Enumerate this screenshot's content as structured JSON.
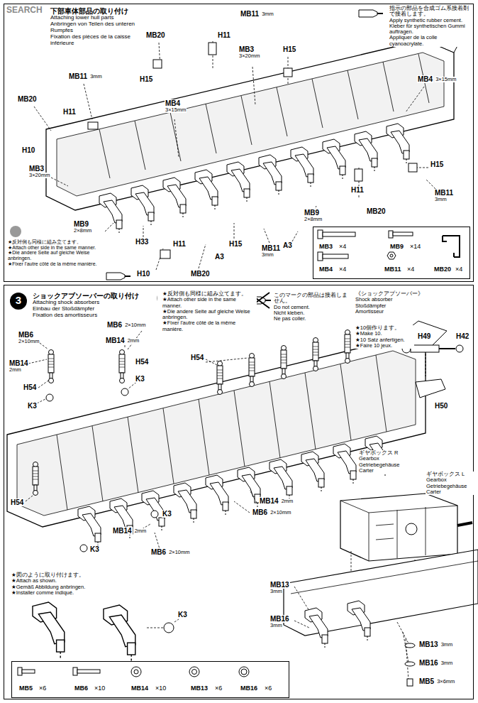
{
  "diagram": {
    "nodes": [
      {
        "text": [
          "下部車体部品の取り付け",
          "Attaching lower hull parts",
          "Anbringen von Teilen des unteren Rumpfes",
          "Fixation des pièces de la caisse inférieure"
        ]
      },
      {
        "text": [
          "MB3",
          "×4",
          "MB9",
          "×14",
          "MB4",
          "×4",
          "MB11",
          "×4",
          "MB20",
          "×4"
        ],
        "in": 0
      },
      {
        "text": [
          "ショックアブソーバーの取り付け",
          "Attaching shock absorbers",
          "Einbau der Stoßdämpfer",
          "Fixation des amortisseurs"
        ]
      },
      {
        "text": [
          "3"
        ],
        "in": 2
      },
      {
        "text": [
          "MB5",
          "×6",
          "MB6",
          "×10",
          "MB14",
          "×10",
          "MB13",
          "×6",
          "MB16",
          "×6"
        ],
        "in": 2
      }
    ],
    "labels": [
      "SEARCH",
      "指示の部品を合成ゴム系接着剤で接着します。",
      "Apply synthetic rubber cement.",
      "Kleber für synthetischen Gummi auftragen.",
      "Appliquer de la colle cyanoacrylate.",
      "MB20",
      "MB11",
      "3mm",
      "H15",
      "H11",
      "MB3",
      "3×20mm",
      "MB11",
      "3mm",
      "H15",
      "MB20",
      "H11",
      "MB4",
      "3×15mm",
      "MB4",
      "3×15mm",
      "H10",
      "MB3",
      "3×20mm",
      "H15",
      "MB11",
      "3mm",
      "H11",
      "MB20",
      "MB9",
      "2×8mm",
      "A3",
      "MB9",
      "2×8mm",
      "H33",
      "H11",
      "H15",
      "MB11",
      "3mm",
      "A3",
      "H10",
      "MB20",
      "★反対側も同様に組み立てます。",
      "★Attach other side in the same manner.",
      "★Die andere Seite auf gleiche Weise anbringen.",
      "★Fixer l'autre côté de la même manière.",
      "★反対側も同様に組み立てます。",
      "★Attach other side in the same manner.",
      "★Die andere Seite auf gleiche Weise anbringen.",
      "★Fixer l'autre côté de la même manière.",
      "このマークの部品は接着しません。",
      "Do not cement.",
      "Nicht kleben.",
      "Ne pas coller.",
      "《ショックアブソーバー》",
      "Shock absorber",
      "Stoßdämpfer",
      "Amortisseur",
      "★10個作ります。",
      "★Make 10.",
      "★10 Satz anfertigen.",
      "★Faire 10 jeux.",
      "H49",
      "H42",
      "H50",
      "MB6",
      "2×10mm",
      "MB6",
      "2×10mm",
      "MB14",
      "2mm",
      "MB14",
      "2mm",
      "H54",
      "K3",
      "H54",
      "H54",
      "K3",
      "H54",
      "K3",
      "MB14",
      "2mm",
      "MB6",
      "2×10mm",
      "MB14",
      "2mm",
      "MB6",
      "2×10mm",
      "K3",
      "ギヤボックス R",
      "Gearbox",
      "Getriebegehäuse",
      "Carter",
      "ギヤボックス L",
      "Gearbox",
      "Getriebegehäuse",
      "Carter",
      "★図のように取り付けます。",
      "★Attach as shown.",
      "★Gemäß Abbildung anbringen.",
      "★Installer comme indiqué.",
      "K3",
      "MB13",
      "3mm",
      "MB16",
      "3mm",
      "MB13",
      "3mm",
      "MB16",
      "3mm",
      "MB5",
      "3×6mm"
    ]
  }
}
